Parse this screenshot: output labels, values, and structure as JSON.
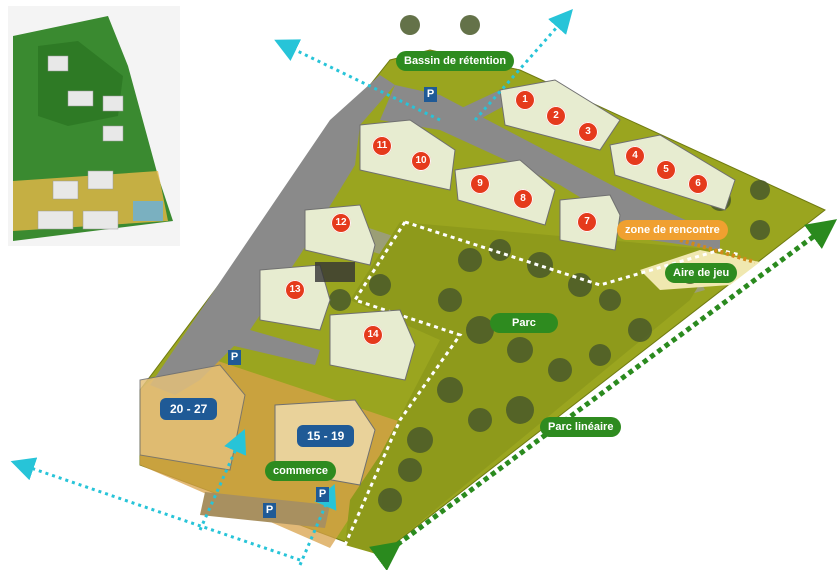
{
  "labels": {
    "bassin": "Bassin de rétention",
    "zone": "zone de rencontre",
    "aire": "Aire de jeu",
    "parc": "Parc",
    "parc_lineaire": "Parc linéaire",
    "commerce": "commerce",
    "lots_20_27": "20 - 27",
    "lots_15_19": "15 - 19"
  },
  "parking_label": "P",
  "houses": [
    "1",
    "2",
    "3",
    "4",
    "5",
    "6",
    "7",
    "8",
    "9",
    "10",
    "11",
    "12",
    "13",
    "14"
  ],
  "colors": {
    "ground": "#9aa51f",
    "road": "#8a8a8a",
    "commerce_zone": "#d8a24a",
    "marker": "#e53a1c",
    "label_green": "#2e8b1f",
    "label_orange": "#f0a030",
    "label_blue": "#1f5a96",
    "arrow_cyan": "#27c4d8",
    "arrow_green": "#2a8a1e"
  }
}
